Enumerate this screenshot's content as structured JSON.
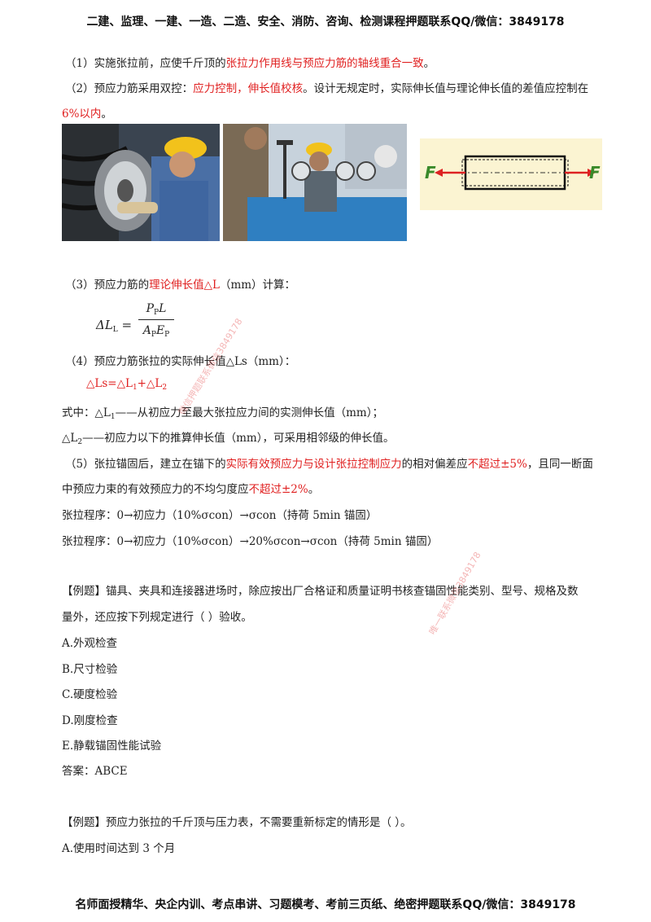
{
  "header": {
    "text": "二建、监理、一建、一造、二造、安全、消防、咨询、检测课程押题联系QQ/微信：3849178"
  },
  "footer": {
    "text": "名师面授精华、央企内训、考点串讲、习题模考、考前三页纸、绝密押题联系QQ/微信：3849178"
  },
  "items": {
    "p1": {
      "prefix": "（1）实施张拉前，应使千斤顶的",
      "red": "张拉力作用线与预应力筋的轴线重合一致",
      "suffix": "。"
    },
    "p2": {
      "prefix": "（2）预应力筋采用双控：",
      "red": "应力控制，伸长值校核",
      "suffix": "。设计无规定时，实际伸长值与理论伸长值的差值应控制在",
      "line2_red": "6%以内",
      "line2_suffix": "。"
    },
    "p3": {
      "prefix": "（3）预应力筋的",
      "red": "理论伸长值△L",
      "suffix": "（mm）计算："
    },
    "p4": {
      "text": "（4）预应力筋张拉的实际伸长值△Ls（mm）："
    },
    "p4_formula": {
      "a": "△Ls=△L",
      "a_sub": "1",
      "b": "+△L",
      "b_sub": "2"
    },
    "def1": {
      "prefix": "式中：△L",
      "sub": "1",
      "suffix": "——从初应力至最大张拉应力间的实测伸长值（mm）；"
    },
    "def2": {
      "prefix": "△L",
      "sub": "2",
      "suffix": "——初应力以下的推算伸长值（mm），可采用相邻级的伸长值。"
    },
    "p5": {
      "prefix": "（5）张拉锚固后，建立在锚下的",
      "red1": "实际有效预应力与设计张拉控制应力",
      "mid": "的相对偏差应",
      "red2": "不超过±5%",
      "suffix": "，且同一断面",
      "line2_prefix": "中预应力束的有效预应力的不均匀度应",
      "line2_red": "不超过±2%",
      "line2_suffix": "。"
    },
    "seq1": "张拉程序：0→初应力（10%σcon）→σcon（持荷 5min 锚固）",
    "seq2": "张拉程序：0→初应力（10%σcon）→20%σcon→σcon（持荷 5min 锚固）"
  },
  "formula": {
    "lhs": "ΔL",
    "lhs_sub": "L",
    "eq": " =",
    "num_a": "P",
    "num_sub": "P",
    "num_b": "L",
    "den_a": "A",
    "den_sub1": "P",
    "den_b": "E",
    "den_sub2": "P"
  },
  "diagram": {
    "left_label": "F",
    "right_label": "F"
  },
  "q1": {
    "stem1": "【例题】锚具、夹具和连接器进场时，除应按出厂合格证和质量证明书核查锚固性能类别、型号、规格及数",
    "stem2": "量外，还应按下列规定进行（  ）验收。",
    "options": [
      "A.外观检查",
      "B.尺寸检验",
      "C.硬度检验",
      "D.刚度检查",
      "E.静载锚固性能试验"
    ],
    "answer": "答案：ABCE"
  },
  "q2": {
    "stem": "【例题】预应力张拉的千斤顶与压力表，不需要重新标定的情形是（  ）。",
    "options": [
      "A.使用时间达到 3 个月"
    ]
  },
  "watermarks": {
    "w1": "微信押题联系微信3849178",
    "w2": "唯一联系微信3849178"
  },
  "colors": {
    "accent_red": "#e02020",
    "text": "#222222"
  }
}
